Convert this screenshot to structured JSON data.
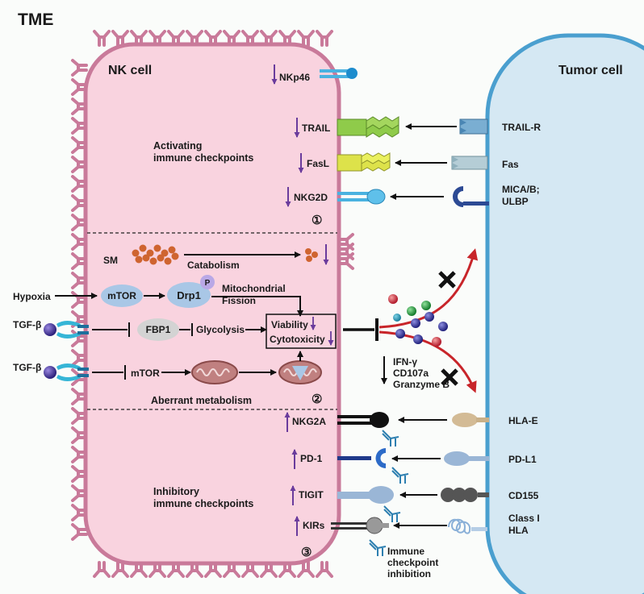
{
  "title": "TME",
  "nk_label": "NK cell",
  "tumor_label": "Tumor cell",
  "sections": {
    "activating": [
      "Activating",
      "immune checkpoints"
    ],
    "metabolism": "Aberrant metabolism",
    "inhibitory": [
      "Inhibitory",
      "immune checkpoints"
    ],
    "num1": "①",
    "num2": "②",
    "num3": "③"
  },
  "receptors": {
    "nkp46": "NKp46",
    "trail": "TRAIL",
    "fasl": "FasL",
    "nkg2d": "NKG2D",
    "nkg2a": "NKG2A",
    "pd1": "PD-1",
    "tigit": "TIGIT",
    "kirs": "KIRs"
  },
  "ligands": {
    "trail_r": "TRAIL-R",
    "fas": "Fas",
    "mica_1": "MICA/B;",
    "mica_2": "ULBP",
    "hla_e": "HLA-E",
    "pd_l1": "PD-L1",
    "cd155": "CD155",
    "class1_1": "Class I",
    "class1_2": "HLA"
  },
  "metabolic": {
    "sm": "SM",
    "catabolism": "Catabolism",
    "hypoxia": "Hypoxia",
    "mtor": "mTOR",
    "drp1": "Drp1",
    "p": "P",
    "mito_1": "Mitochondrial",
    "mito_2": "Fission",
    "tgfb_1": "TGF-β",
    "tgfb_2": "TGF-β",
    "fbp1": "FBP1",
    "glycolysis": "Glycolysis",
    "mtor2": "mTOR",
    "viability": "Viability",
    "cytotoxicity": "Cytotoxicity"
  },
  "effectors": [
    "IFN-γ",
    "CD107a",
    "Granzyme B"
  ],
  "inhibition": [
    "Immune",
    "checkpoint",
    "inhibition"
  ],
  "colors": {
    "nk_fill": "#f9d3df",
    "nk_border": "#c97a9a",
    "tumor_fill": "#d5e8f3",
    "tumor_border": "#4a9fcf",
    "arrow_purple": "#6a3b9c",
    "red_arrow": "#c8252a"
  }
}
